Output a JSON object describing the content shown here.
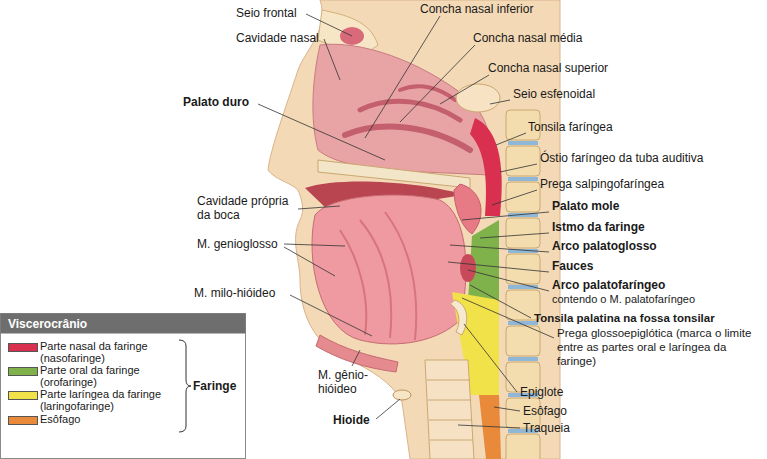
{
  "diagram": {
    "labels": [
      "Seio frontal",
      "Cavidade nasal",
      "Palato duro",
      "Cavidade própria da boca",
      "M. genioglosso",
      "M. milo-hióideo",
      "M. gênio-hióideo",
      "Hioide",
      "Concha nasal inferior",
      "Concha nasal média",
      "Concha nasal superior",
      "Seio esfenoidal",
      "Tonsila faríngea",
      "Óstio faríngeo da tuba auditiva",
      "Prega salpingofaríngea",
      "Palato mole",
      "Istmo da faringe",
      "Arco palatoglosso",
      "Fauces",
      "Arco palatofaríngeo",
      "contendo o M. palatofaríngeo",
      "Tonsila palatina na fossa tonsilar",
      "Prega glossoepiglótica (marca o limite entre as partes oral e laríngea da faringe)",
      "Epiglote",
      "Esôfago",
      "Traqueia",
      "Viscerocrânio",
      "Faringe"
    ],
    "legend": [
      {
        "text": "Parte nasal da faringe (nasofaringe)",
        "color": "#d9304f"
      },
      {
        "text": "Parte oral da faringe (orofaringe)",
        "color": "#7fb24a"
      },
      {
        "text": "Parte laríngea da faringe (laringofaringe)",
        "color": "#f2e24a"
      },
      {
        "text": "Esôfago",
        "color": "#e88a3a"
      }
    ]
  }
}
